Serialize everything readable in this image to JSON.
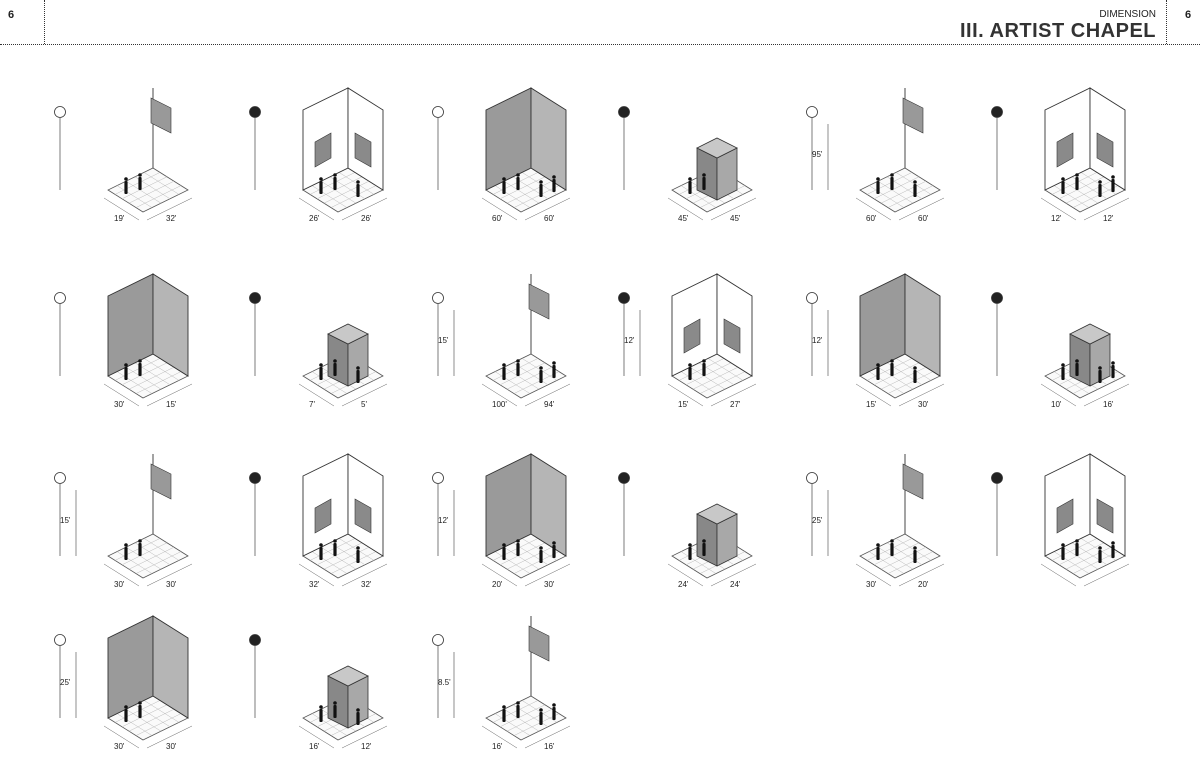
{
  "header": {
    "page_left": "6",
    "page_right": "6",
    "section": "DIMENSION",
    "title": "III. ARTIST CHAPEL"
  },
  "diagrams": [
    {
      "a": "19'",
      "b": "32'",
      "h": ""
    },
    {
      "a": "26'",
      "b": "26'",
      "h": ""
    },
    {
      "a": "60'",
      "b": "60'",
      "h": ""
    },
    {
      "a": "45'",
      "b": "45'",
      "h": ""
    },
    {
      "a": "60'",
      "b": "60'",
      "h": "95'"
    },
    {
      "a": "12'",
      "b": "12'",
      "h": ""
    },
    {
      "a": "30'",
      "b": "15'",
      "h": ""
    },
    {
      "a": "7'",
      "b": "5'",
      "h": ""
    },
    {
      "a": "100'",
      "b": "94'",
      "h": "15'"
    },
    {
      "a": "15'",
      "b": "27'",
      "h": "12'"
    },
    {
      "a": "15'",
      "b": "30'",
      "h": "12'"
    },
    {
      "a": "10'",
      "b": "16'",
      "h": ""
    },
    {
      "a": "30'",
      "b": "30'",
      "h": "15'"
    },
    {
      "a": "32'",
      "b": "32'",
      "h": ""
    },
    {
      "a": "20'",
      "b": "30'",
      "h": "12'"
    },
    {
      "a": "24'",
      "b": "24'",
      "h": ""
    },
    {
      "a": "30'",
      "b": "20'",
      "h": "25'"
    },
    {
      "a": "",
      "b": "",
      "h": ""
    },
    {
      "a": "30'",
      "b": "30'",
      "h": "25'"
    },
    {
      "a": "16'",
      "b": "12'",
      "h": ""
    },
    {
      "a": "16'",
      "b": "16'",
      "h": "8.5'"
    }
  ]
}
